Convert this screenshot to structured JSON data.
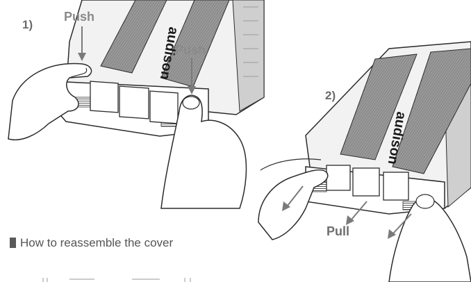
{
  "step1": {
    "number": "1)",
    "push_label_left": "Push",
    "push_label_right": "Push",
    "brand": "audison"
  },
  "step2": {
    "number": "2)",
    "pull_label": "Pull",
    "brand": "audison"
  },
  "caption": {
    "text": "How to reassemble the cover"
  },
  "colors": {
    "stripe": "#8c8c8c",
    "outline": "#2b2b2b",
    "arrow": "#7a7a7a",
    "label": "#8a8a8a"
  }
}
